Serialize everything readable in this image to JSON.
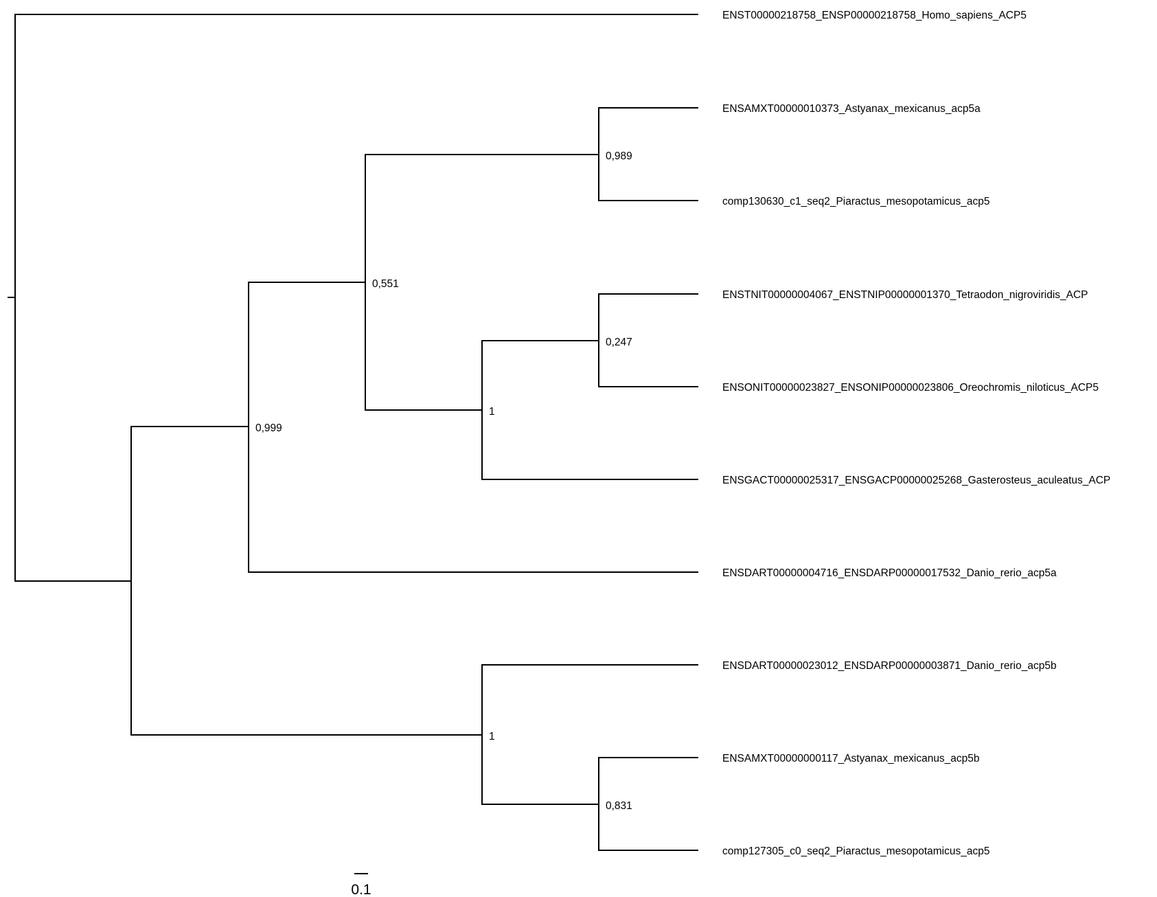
{
  "tree": {
    "leaves": [
      {
        "id": "homo",
        "label": "ENST00000218758_ENSP00000218758_Homo_sapiens_ACP5"
      },
      {
        "id": "amx_a",
        "label": "ENSAMXT00000010373_Astyanax_mexicanus_acp5a"
      },
      {
        "id": "pia_a",
        "label": "comp130630_c1_seq2_Piaractus_mesopotamicus_acp5"
      },
      {
        "id": "tni",
        "label": "ENSTNIT00000004067_ENSTNIP00000001370_Tetraodon_nigroviridis_ACP"
      },
      {
        "id": "oni",
        "label": "ENSONIT00000023827_ENSONIP00000023806_Oreochromis_niloticus_ACP5"
      },
      {
        "id": "gac",
        "label": "ENSGACT00000025317_ENSGACP00000025268_Gasterosteus_aculeatus_ACP"
      },
      {
        "id": "dar_a",
        "label": "ENSDART00000004716_ENSDARP00000017532_Danio_rerio_acp5a"
      },
      {
        "id": "dar_b",
        "label": "ENSDART00000023012_ENSDARP00000003871_Danio_rerio_acp5b"
      },
      {
        "id": "amx_b",
        "label": "ENSAMXT00000000117_Astyanax_mexicanus_acp5b"
      },
      {
        "id": "pia_b",
        "label": "comp127305_c0_seq2_Piaractus_mesopotamicus_acp5"
      }
    ],
    "support_values": [
      {
        "clade": "amx_a+pia_a",
        "value": "0,989"
      },
      {
        "clade": "tni+oni",
        "value": "0,247"
      },
      {
        "clade": "tni+oni+gac",
        "value": "1"
      },
      {
        "clade": "amx_a+pia_a+tni+oni+gac",
        "value": "0,551"
      },
      {
        "clade": "acp5a_clade",
        "value": "0,999"
      },
      {
        "clade": "acp5b_clade",
        "value": "1"
      },
      {
        "clade": "amx_b+pia_b",
        "value": "0,831"
      }
    ],
    "scale_bar": {
      "label": "0.1",
      "value": 0.1
    },
    "colors": {
      "branch": "#000000",
      "text": "#000000",
      "background": "#ffffff"
    }
  }
}
